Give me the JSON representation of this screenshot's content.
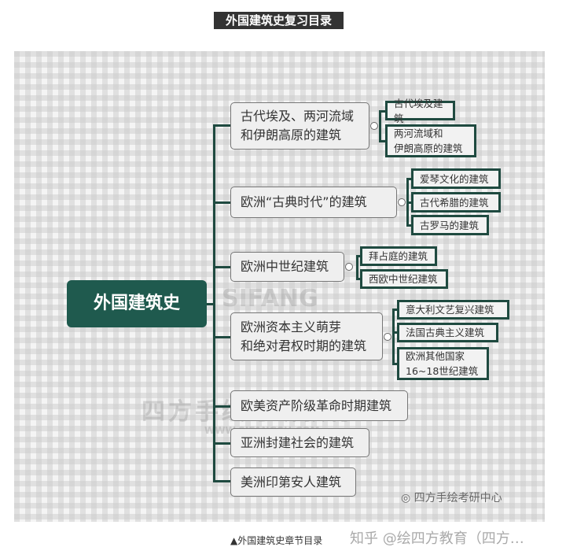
{
  "title": "外国建筑史复习目录",
  "root": "外国建筑史",
  "branches": [
    {
      "label": "古代埃及、两河流域\n和伊朗高原的建筑",
      "children": [
        "古代埃及建筑",
        "两河流域和\n伊朗高原的建筑"
      ]
    },
    {
      "label": "欧洲“古典时代”的建筑",
      "children": [
        "爱琴文化的建筑",
        "古代希腊的建筑",
        "古罗马的建筑"
      ]
    },
    {
      "label": "欧洲中世纪建筑",
      "children": [
        "拜占庭的建筑",
        "西欧中世纪建筑"
      ]
    },
    {
      "label": "欧洲资本主义萌芽\n和绝对君权时期的建筑",
      "children": [
        "意大利文艺复兴建筑",
        "法国古典主义建筑",
        "欧洲其他国家\n16~18世纪建筑"
      ]
    },
    {
      "label": "欧美资产阶级革命时期建筑"
    },
    {
      "label": "亚洲封建社会的建筑"
    },
    {
      "label": "美洲印第安人建筑"
    }
  ],
  "watermarks": {
    "brand": "SIFANG",
    "cn": "四方手绘考研教育",
    "url": "WWW.SIFANGSH.COM",
    "wechat": "四方手绘考研中心"
  },
  "caption": "▲外国建筑史章节目录",
  "zhihu": "知乎 @绘四方教育（四方…",
  "colors": {
    "primary": "#1f5a4e",
    "title_bg": "#333333"
  }
}
